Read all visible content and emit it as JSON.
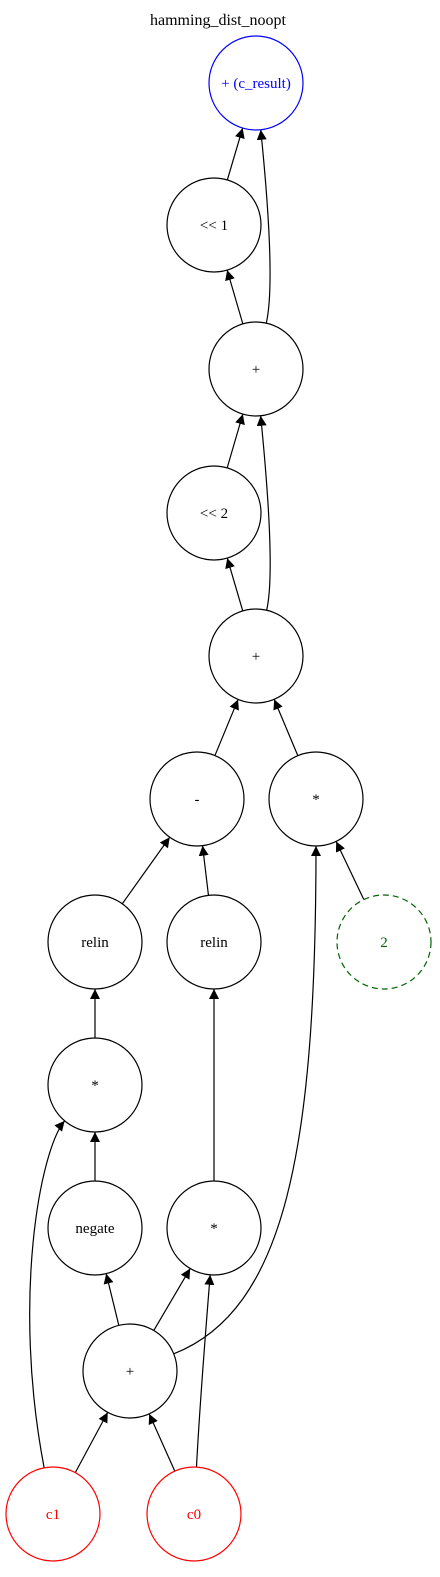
{
  "title": "hamming_dist_noopt",
  "colors": {
    "default": "#000000",
    "output": "#0000ff",
    "input": "#ff0000",
    "constant": "#006400"
  },
  "nodes": {
    "result": {
      "label": "+ (c_result)",
      "role": "output"
    },
    "shl1": {
      "label": "<< 1",
      "role": "op"
    },
    "add2": {
      "label": "+",
      "role": "op"
    },
    "shl2": {
      "label": "<< 2",
      "role": "op"
    },
    "add1": {
      "label": "+",
      "role": "op"
    },
    "sub": {
      "label": "-",
      "role": "op"
    },
    "mul2": {
      "label": "*",
      "role": "op"
    },
    "relin1": {
      "label": "relin",
      "role": "op"
    },
    "relin2": {
      "label": "relin",
      "role": "op"
    },
    "const2": {
      "label": "2",
      "role": "constant"
    },
    "mul1": {
      "label": "*",
      "role": "op"
    },
    "negate": {
      "label": "negate",
      "role": "op"
    },
    "mul3": {
      "label": "*",
      "role": "op"
    },
    "add0": {
      "label": "+",
      "role": "op"
    },
    "c1": {
      "label": "c1",
      "role": "input"
    },
    "c0": {
      "label": "c0",
      "role": "input"
    }
  },
  "edges": [
    [
      "shl1",
      "result"
    ],
    [
      "add2",
      "result"
    ],
    [
      "add2",
      "shl1"
    ],
    [
      "shl2",
      "add2"
    ],
    [
      "add1",
      "add2"
    ],
    [
      "add1",
      "shl2"
    ],
    [
      "sub",
      "add1"
    ],
    [
      "mul2",
      "add1"
    ],
    [
      "relin1",
      "sub"
    ],
    [
      "relin2",
      "sub"
    ],
    [
      "add0",
      "mul2"
    ],
    [
      "const2",
      "mul2"
    ],
    [
      "mul1",
      "relin1"
    ],
    [
      "mul3",
      "relin2"
    ],
    [
      "c1",
      "mul1"
    ],
    [
      "negate",
      "mul1"
    ],
    [
      "add0",
      "negate"
    ],
    [
      "add0",
      "mul3"
    ],
    [
      "c0",
      "mul3"
    ],
    [
      "c1",
      "add0"
    ],
    [
      "c0",
      "add0"
    ]
  ]
}
